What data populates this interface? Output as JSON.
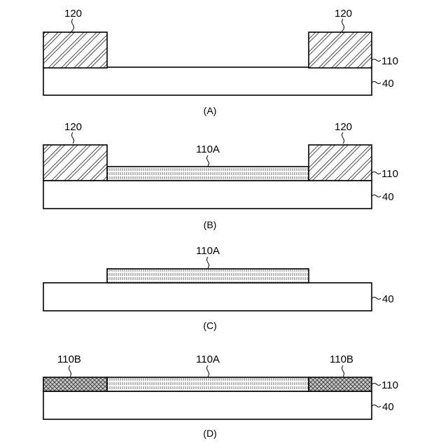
{
  "panels": {
    "a": {
      "caption": "(A)",
      "label_120_left": "120",
      "label_120_right": "120",
      "label_110": "110",
      "label_40": "40"
    },
    "b": {
      "caption": "(B)",
      "label_120_left": "120",
      "label_120_right": "120",
      "label_110a": "110A",
      "label_110": "110",
      "label_40": "40"
    },
    "c": {
      "caption": "(C)",
      "label_110a": "110A",
      "label_40": "40"
    },
    "d": {
      "caption": "(D)",
      "label_110b_left": "110B",
      "label_110a": "110A",
      "label_110b_right": "110B",
      "label_110": "110",
      "label_40": "40"
    }
  },
  "colors": {
    "line": "#000000",
    "background": "#ffffff"
  }
}
